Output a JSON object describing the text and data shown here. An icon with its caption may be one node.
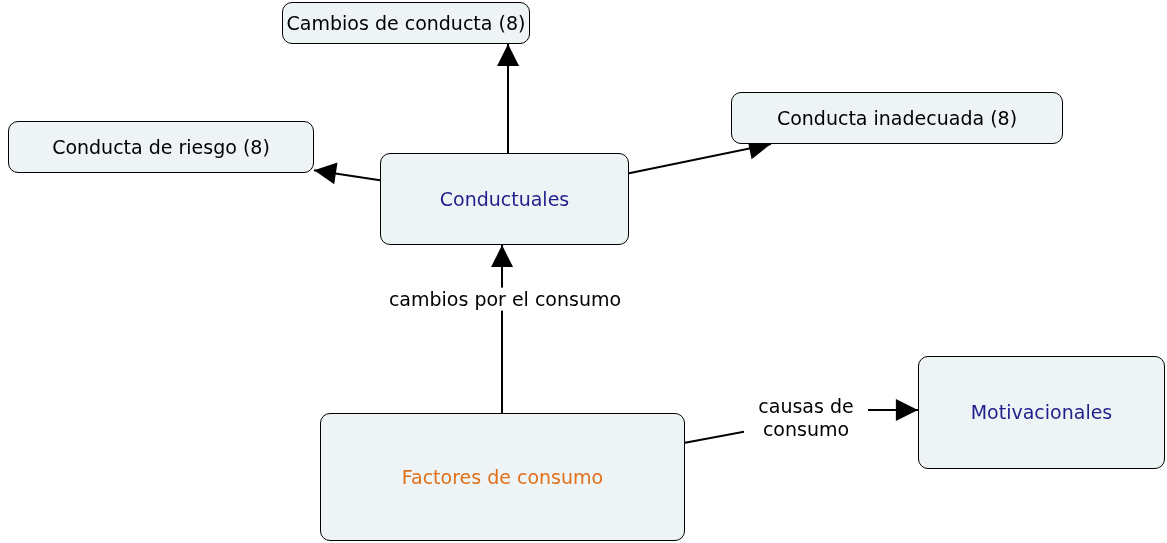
{
  "diagram": {
    "nodes": [
      {
        "text": [
          "Cambios de conducta (8)"
        ]
      },
      {
        "text": [
          "Conducta de riesgo (8)"
        ]
      },
      {
        "text": [
          "Conducta inadecuada (8)"
        ]
      },
      {
        "text": [
          "Conductuales"
        ]
      },
      {
        "text": [
          "Factores de consumo"
        ]
      },
      {
        "text": [
          "Motivacionales"
        ]
      }
    ],
    "edges": [
      {
        "from": 3,
        "to": 0,
        "arrow": "to"
      },
      {
        "from": 3,
        "to": 1,
        "arrow": "to"
      },
      {
        "from": 3,
        "to": 2,
        "arrow": "to"
      },
      {
        "from": 4,
        "to": 3,
        "arrow": "to",
        "label": "cambios por el consumo"
      },
      {
        "from": 4,
        "to": 5,
        "arrow": "to",
        "label": "causas de consumo"
      }
    ]
  }
}
